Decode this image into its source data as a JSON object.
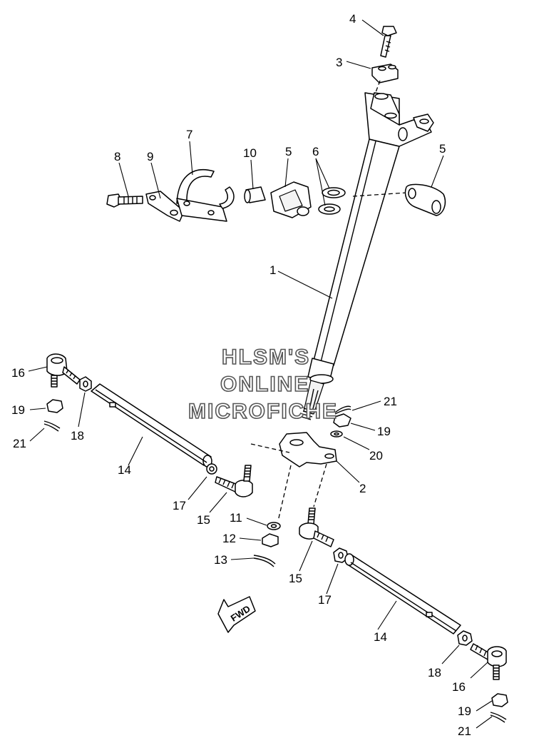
{
  "diagram": {
    "watermark": [
      "HLSM'S",
      "ONLINE",
      "MICROFICHE"
    ],
    "forward_arrow_label": "FWD",
    "callouts": [
      {
        "key": "c4",
        "label": "4"
      },
      {
        "key": "c3",
        "label": "3"
      },
      {
        "key": "c7",
        "label": "7"
      },
      {
        "key": "c8",
        "label": "8"
      },
      {
        "key": "c9",
        "label": "9"
      },
      {
        "key": "c10",
        "label": "10"
      },
      {
        "key": "c5a",
        "label": "5"
      },
      {
        "key": "c6",
        "label": "6"
      },
      {
        "key": "c5b",
        "label": "5"
      },
      {
        "key": "c1",
        "label": "1"
      },
      {
        "key": "c16a",
        "label": "16"
      },
      {
        "key": "c19a",
        "label": "19"
      },
      {
        "key": "c21a",
        "label": "21"
      },
      {
        "key": "c18a",
        "label": "18"
      },
      {
        "key": "c14a",
        "label": "14"
      },
      {
        "key": "c17a",
        "label": "17"
      },
      {
        "key": "c15a",
        "label": "15"
      },
      {
        "key": "c11",
        "label": "11"
      },
      {
        "key": "c12",
        "label": "12"
      },
      {
        "key": "c13",
        "label": "13"
      },
      {
        "key": "c21b",
        "label": "21"
      },
      {
        "key": "c19b",
        "label": "19"
      },
      {
        "key": "c20",
        "label": "20"
      },
      {
        "key": "c2",
        "label": "2"
      },
      {
        "key": "c15b",
        "label": "15"
      },
      {
        "key": "c17b",
        "label": "17"
      },
      {
        "key": "c14b",
        "label": "14"
      },
      {
        "key": "c18b",
        "label": "18"
      },
      {
        "key": "c16b",
        "label": "16"
      },
      {
        "key": "c19c",
        "label": "19"
      },
      {
        "key": "c21c",
        "label": "21"
      }
    ]
  }
}
